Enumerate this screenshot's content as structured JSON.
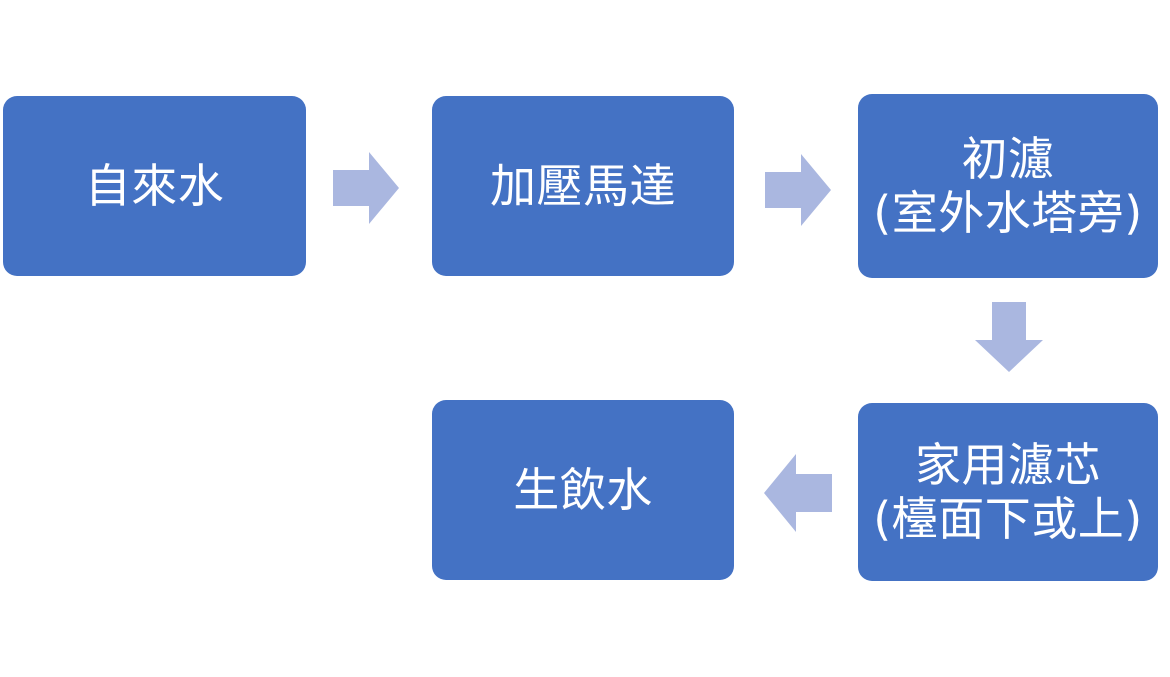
{
  "diagram": {
    "title": "",
    "colors": {
      "node_fill": "#4472C4",
      "node_text": "#FFFFFF",
      "arrow_fill": "#AAB7E0",
      "background": "#FFFFFF"
    },
    "nodes": [
      {
        "id": "tap-water",
        "lines": [
          "自來水"
        ],
        "line1": "自來水",
        "line2": ""
      },
      {
        "id": "pressure-motor",
        "lines": [
          "加壓馬達"
        ],
        "line1": "加壓馬達",
        "line2": ""
      },
      {
        "id": "pre-filter",
        "lines": [
          "初濾",
          "(室外水塔旁)"
        ],
        "line1": "初濾",
        "line2": "(室外水塔旁)"
      },
      {
        "id": "home-cartridge",
        "lines": [
          "家用濾芯",
          "(檯面下或上)"
        ],
        "line1": "家用濾芯",
        "line2": "(檯面下或上)"
      },
      {
        "id": "drinking-water",
        "lines": [
          "生飲水"
        ],
        "line1": "生飲水",
        "line2": ""
      }
    ],
    "arrows": [
      {
        "id": "arrow-1",
        "direction": "right",
        "from": "tap-water",
        "to": "pressure-motor"
      },
      {
        "id": "arrow-2",
        "direction": "right",
        "from": "pressure-motor",
        "to": "pre-filter"
      },
      {
        "id": "arrow-3",
        "direction": "down",
        "from": "pre-filter",
        "to": "home-cartridge"
      },
      {
        "id": "arrow-4",
        "direction": "left",
        "from": "home-cartridge",
        "to": "drinking-water"
      }
    ]
  }
}
